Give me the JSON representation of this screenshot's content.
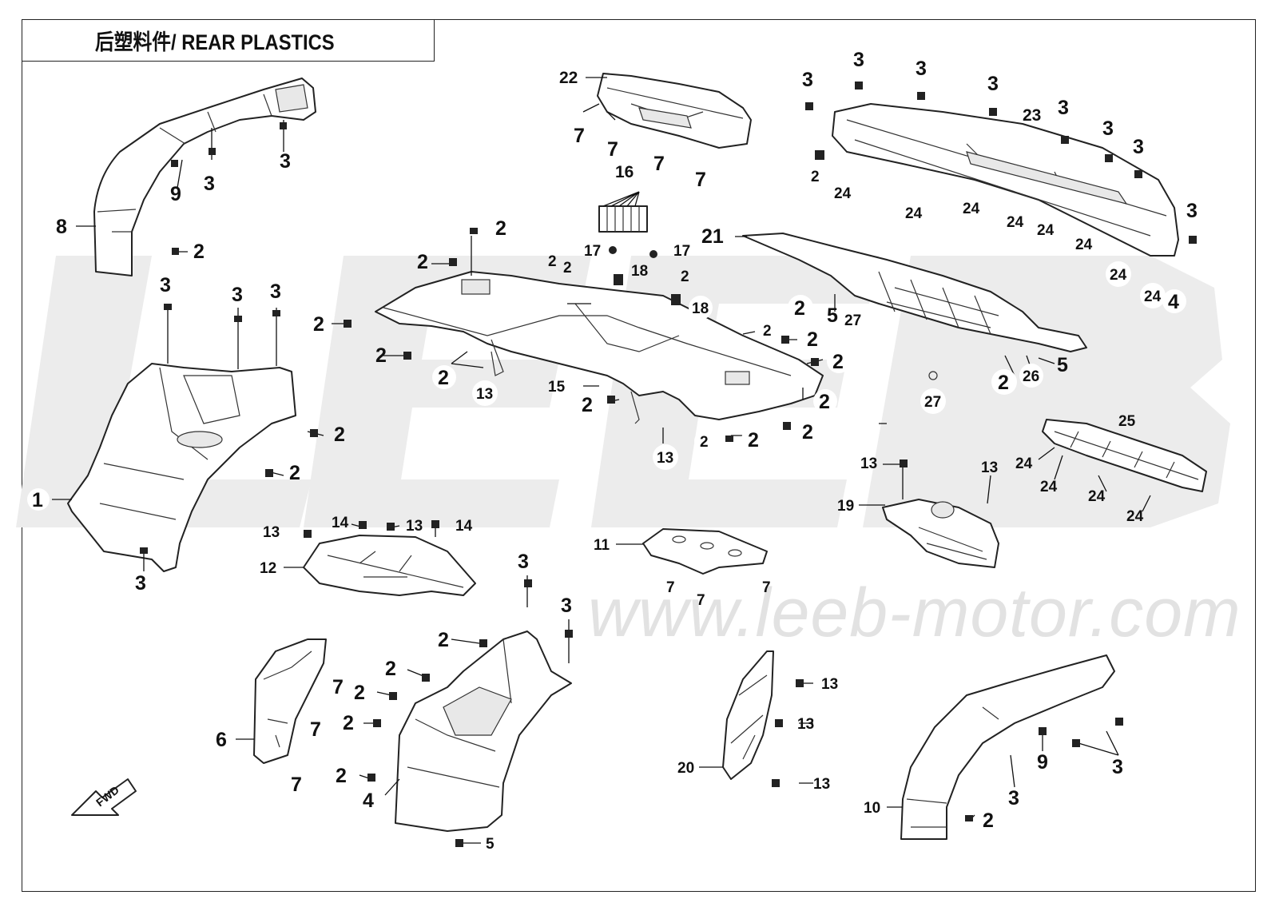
{
  "title": "后塑料件/ REAR PLASTICS",
  "watermark": {
    "brand": "LEEB",
    "url": "www.leeb-motor.com"
  },
  "fwd_arrow": "FWD",
  "callouts": {
    "n1": "1",
    "n2": "2",
    "n3": "3",
    "n4": "4",
    "n5": "5",
    "n6": "6",
    "n7": "7",
    "n8": "8",
    "n9": "9",
    "n10": "10",
    "n11": "11",
    "n12": "12",
    "n13": "13",
    "n14": "14",
    "n15": "15",
    "n16": "16",
    "n17": "17",
    "n18": "18",
    "n19": "19",
    "n20": "20",
    "n21": "21",
    "n22": "22",
    "n23": "23",
    "n24": "24",
    "n25": "25",
    "n26": "26",
    "n27": "27"
  }
}
